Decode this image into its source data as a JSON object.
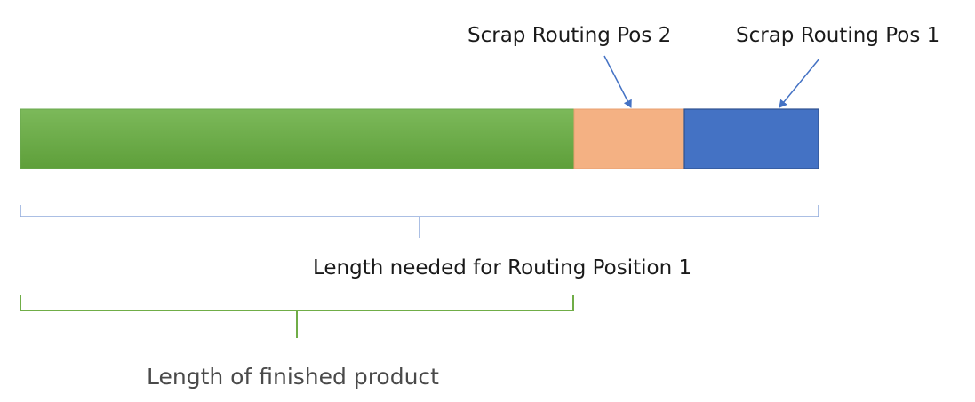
{
  "labels": {
    "scrap_pos_2": "Scrap Routing Pos 2",
    "scrap_pos_1": "Scrap Routing Pos 1",
    "length_routing_pos_1": "Length needed for Routing Position 1",
    "length_finished_product": "Length of finished product"
  },
  "segments": [
    {
      "name": "finished-product",
      "fraction": 0.693,
      "color": "#70AD47"
    },
    {
      "name": "scrap-routing-pos-2",
      "fraction": 0.138,
      "color": "#F4B183"
    },
    {
      "name": "scrap-routing-pos-1",
      "fraction": 0.169,
      "color": "#4472C4"
    }
  ],
  "colors": {
    "arrow": "#4472C4",
    "brace_total": "#8FAADC",
    "brace_product": "#70AD47"
  }
}
